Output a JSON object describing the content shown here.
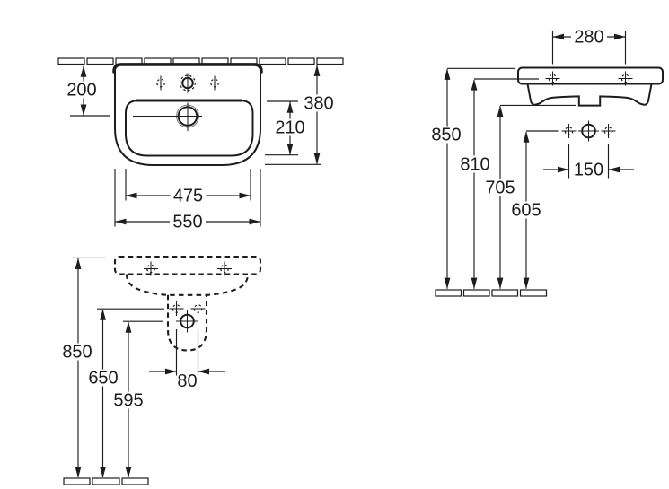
{
  "drawing_title": "washbasin installation technical drawing",
  "colors": {
    "line": "#1d1d1d",
    "background": "#ffffff"
  },
  "plan_view": {
    "dims": {
      "wall_to_drain": "200",
      "overall_depth": "380",
      "bowl_depth": "210",
      "bowl_width": "475",
      "overall_width": "550"
    }
  },
  "front_view": {
    "dims": {
      "hole_span": "280",
      "rim_height": "850",
      "hole_height": "810",
      "underside_height": "705",
      "fitting_height": "605",
      "fitting_span": "150"
    }
  },
  "mounting_view": {
    "dims": {
      "rim_height": "850",
      "bracket_height": "650",
      "drain_height": "595",
      "outlet_span": "80"
    }
  }
}
